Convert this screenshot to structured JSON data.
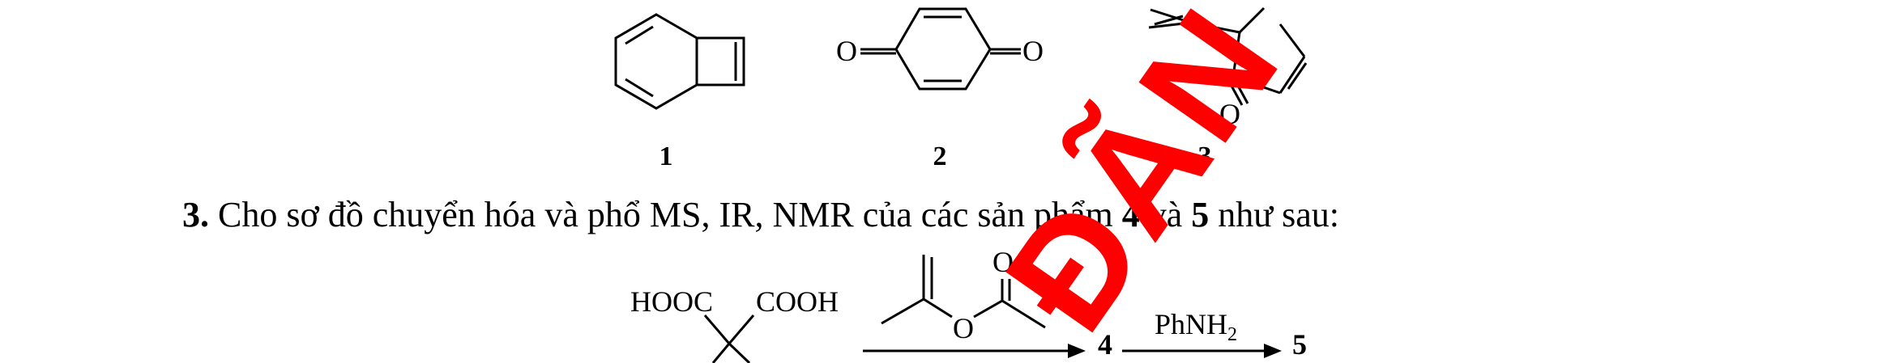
{
  "compounds": {
    "labels": [
      "1",
      "2",
      "3"
    ],
    "oxygen_symbol": "O"
  },
  "paragraph": {
    "number": "3.",
    "text_before": " Cho sơ đồ chuyển hóa và phổ MS, IR, NMR của các sản phẩm ",
    "product_a": "4",
    "connector": " và ",
    "product_b": "5",
    "text_after": " như sau:"
  },
  "scheme": {
    "acid_left": "HOOC",
    "acid_right": "COOH",
    "reagent_O_top": "O",
    "reagent_O_bridge": "O",
    "product_4": "4",
    "reagent_2": "PhNH",
    "reagent_2_sub": "2",
    "product_5": "5"
  },
  "watermark": {
    "text": "ĐÃN OFFI",
    "color": "#ff0000"
  }
}
